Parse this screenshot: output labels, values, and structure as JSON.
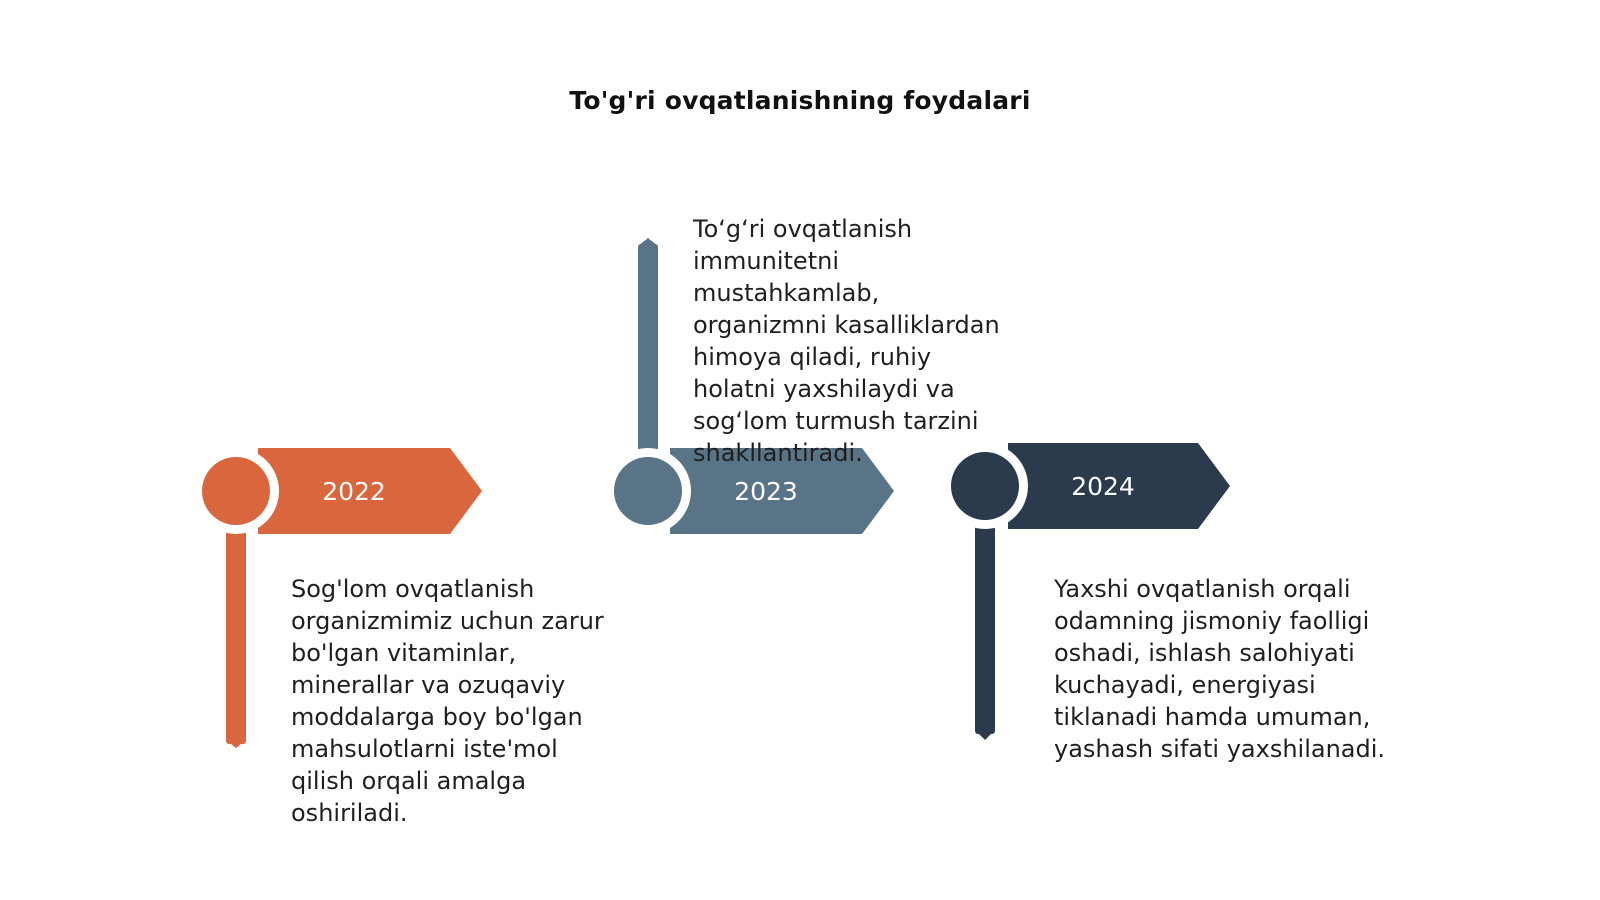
{
  "title": "To'g'ri ovqatlanishning foydalari",
  "colors": {
    "step_1": "#D9663C",
    "step_2": "#5A7487",
    "step_3": "#2B3A4C",
    "background": "#FFFFFF"
  },
  "steps": [
    {
      "year": "2022",
      "text": "Sog'lom ovqatlanish\norganizmimiz uchun zarur\nbo'lgan vitaminlar,\nminerallar va ozuqaviy\nmoddalarga boy bo'lgan\nmahsulotlarni iste'mol\nqilish orqali amalga\noshiriladi."
    },
    {
      "year": "2023",
      "text": "To‘g‘ri ovqatlanish\nimmunitetni\nmustahkamlab,\norganizmni kasalliklardan\nhimoya qiladi, ruhiy\nholatni yaxshilaydi va\nsog‘lom turmush tarzini\nshakllantiradi."
    },
    {
      "year": "2024",
      "text": "Yaxshi ovqatlanish orqali\nodamning jismoniy faolligi\noshadi, ishlash salohiyati\nkuchayadi, energiyasi\ntiklanadi hamda umuman,\nyashash sifati yaxshilanadi."
    }
  ]
}
